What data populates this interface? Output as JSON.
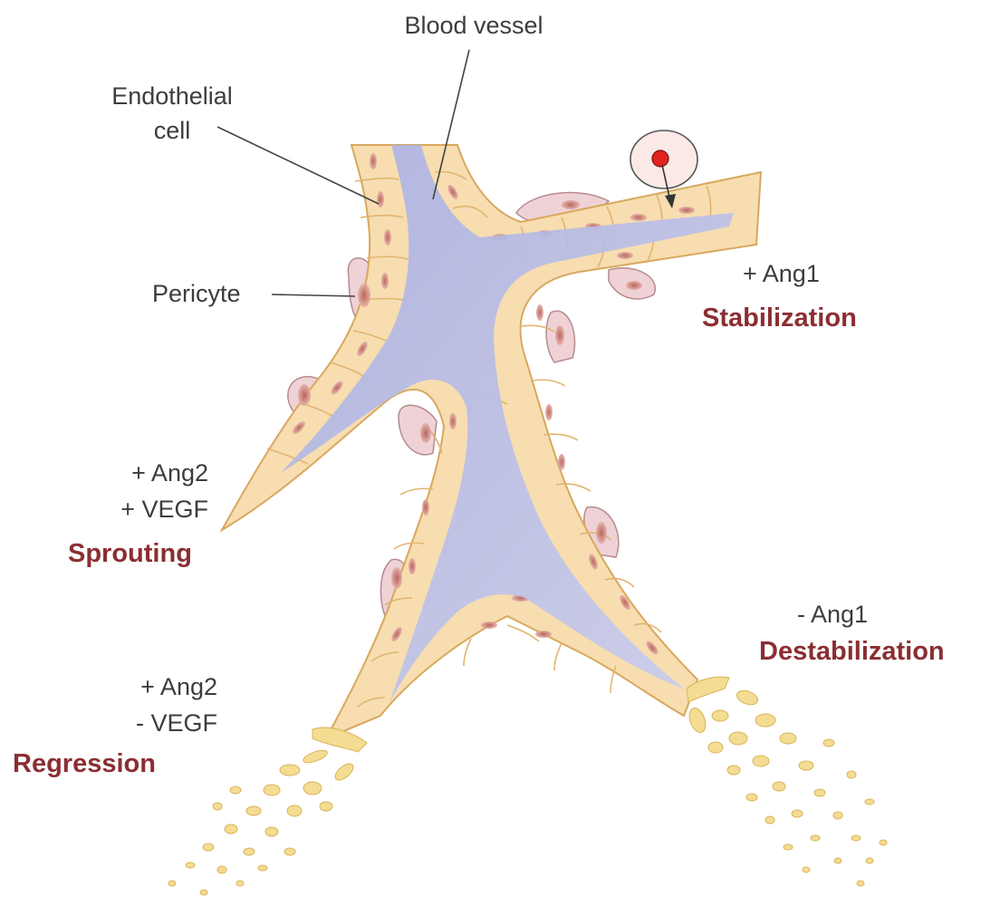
{
  "labels": {
    "blood_vessel": "Blood vessel",
    "endothelial_line1": "Endothelial",
    "endothelial_line2": "cell",
    "pericyte": "Pericyte"
  },
  "stages": {
    "stabilization": {
      "factor1": "+ Ang1",
      "name": "Stabilization"
    },
    "sprouting": {
      "factor1": "+ Ang2",
      "factor2": "+ VEGF",
      "name": "Sprouting"
    },
    "destabilization": {
      "factor1": "- Ang1",
      "name": "Destabilization"
    },
    "regression": {
      "factor1": "+ Ang2",
      "factor2": "- VEGF",
      "name": "Regression"
    }
  },
  "colors": {
    "stage_name": "#8b2e33",
    "label_text": "#3d3d3d",
    "vessel_wall": "#f7ddb0",
    "cell_outline": "#e2b46f",
    "lumen": "#b9bde6",
    "pericyte": "#efd2d6",
    "nucleus": "#c97a72",
    "ang1_dot": "#e3231d"
  }
}
